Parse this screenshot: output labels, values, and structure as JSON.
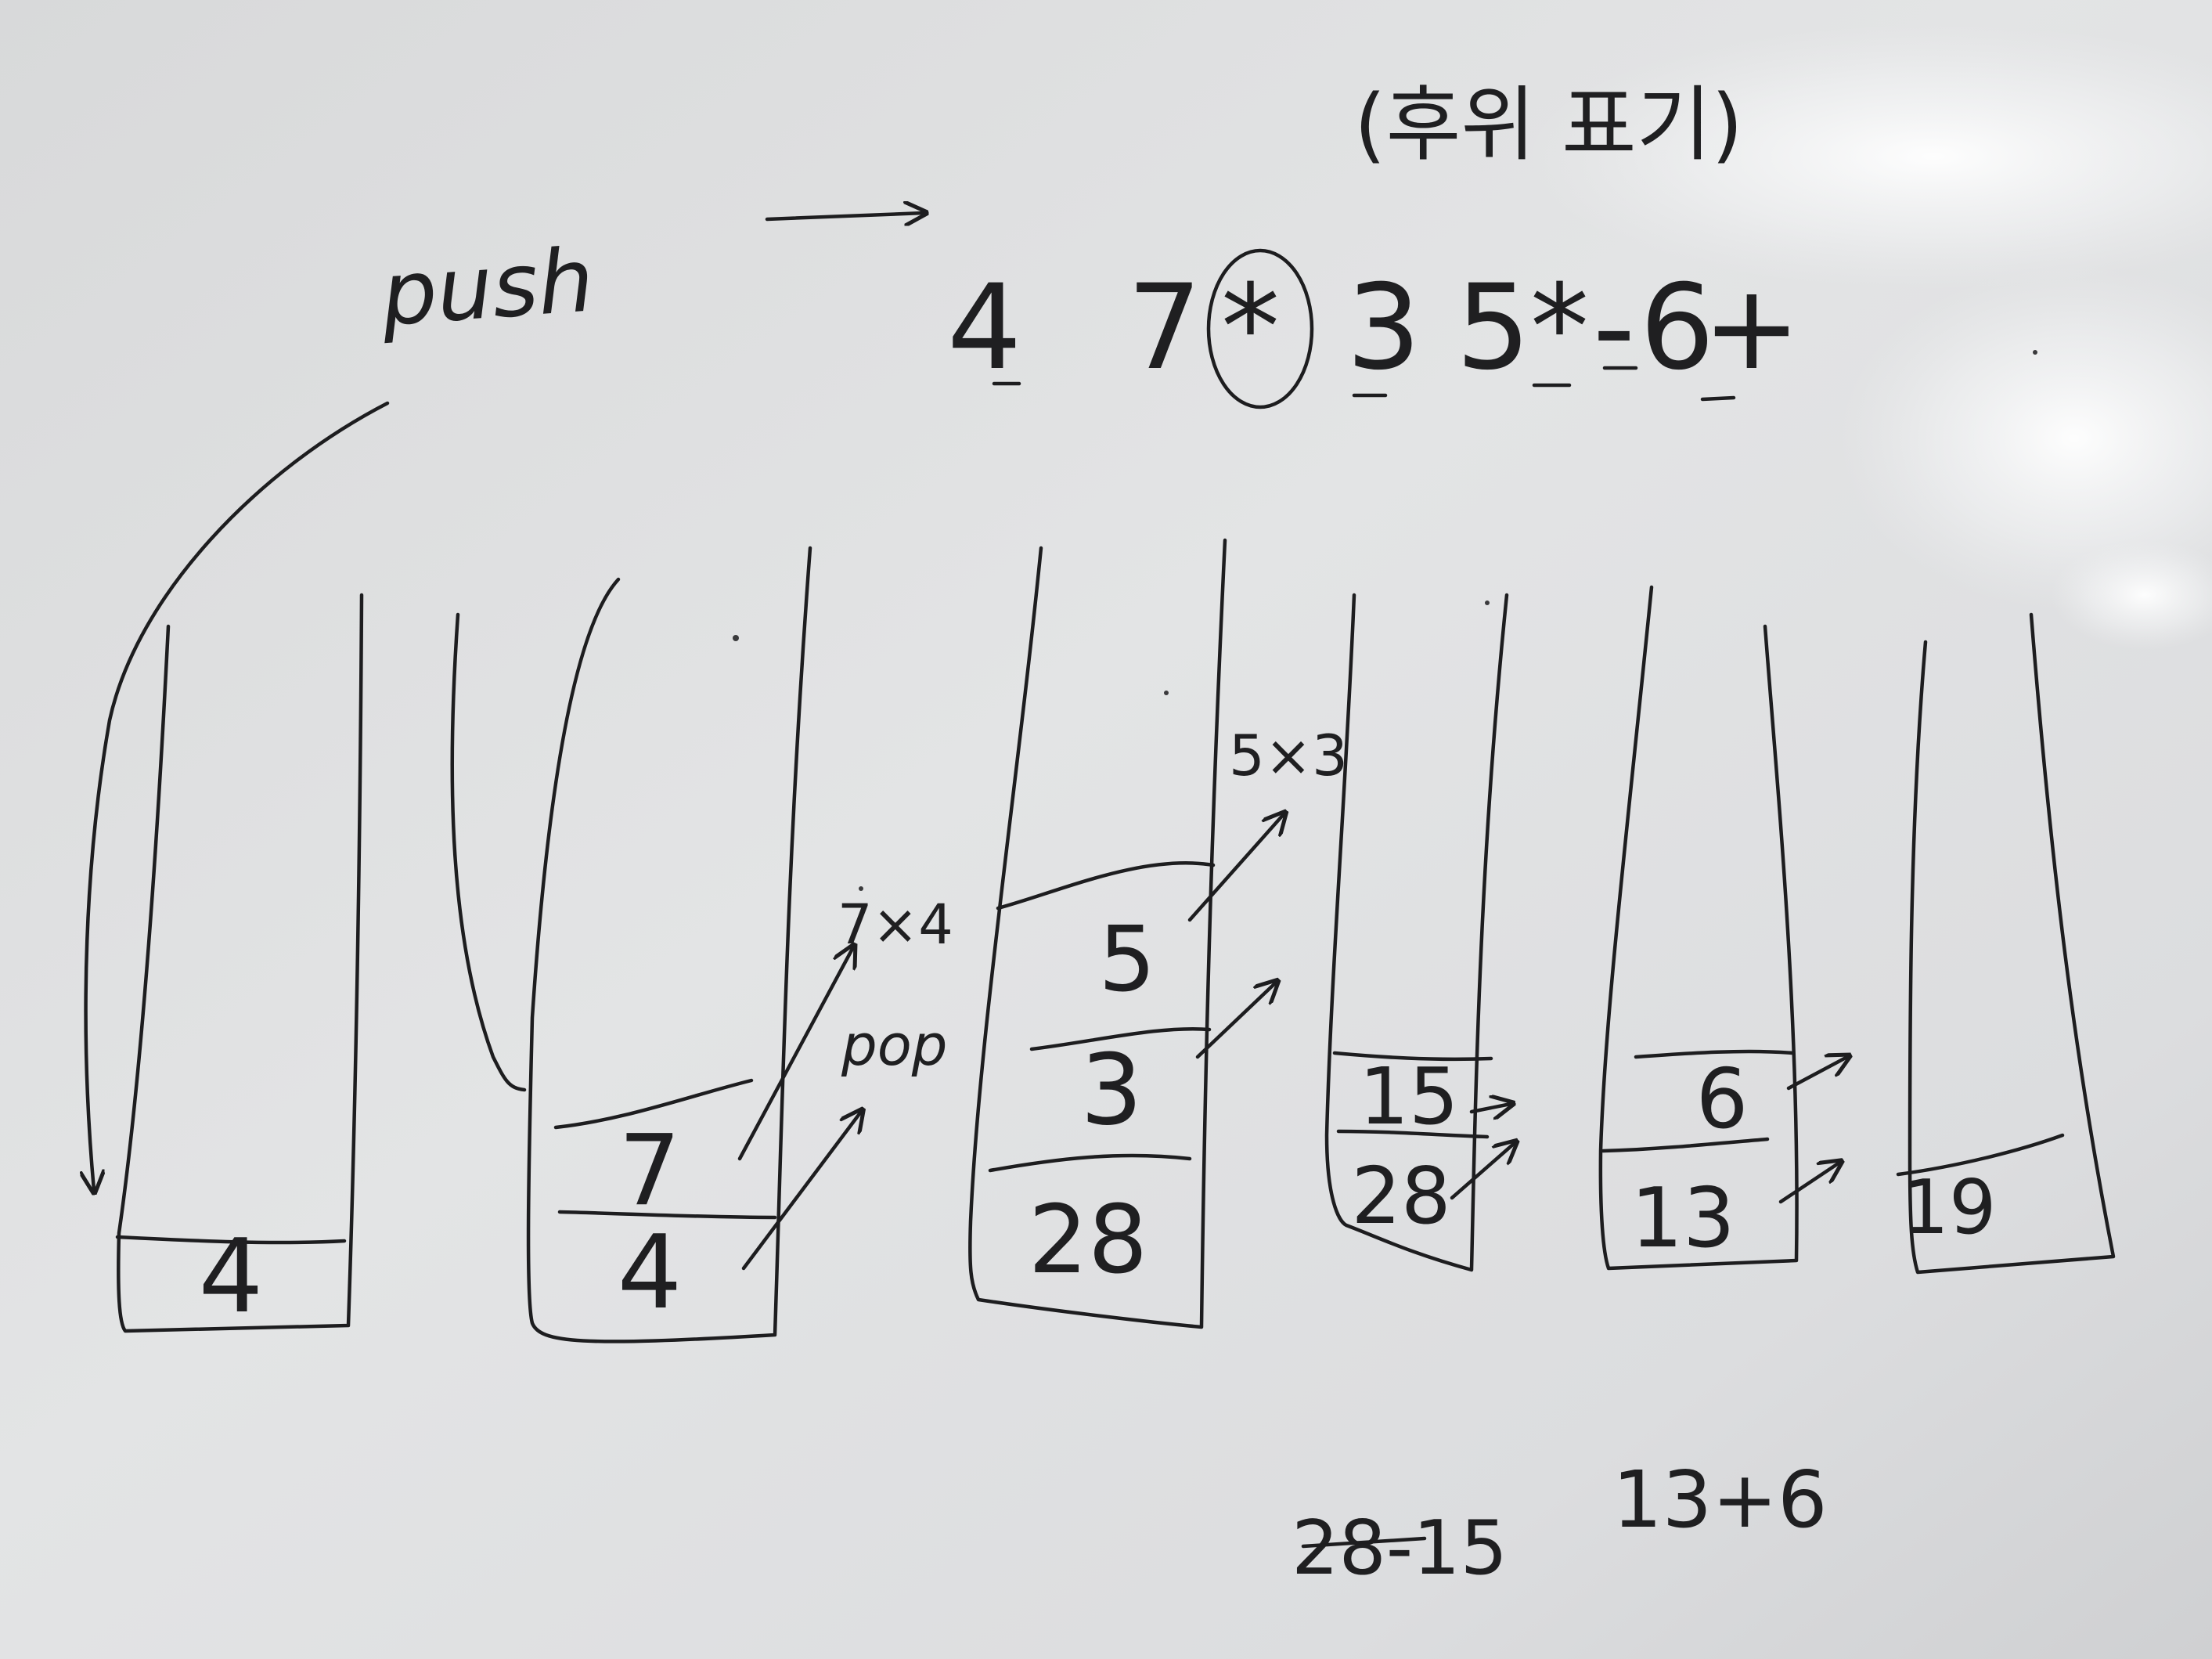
{
  "whiteboard": {
    "heading_note": "(후위 표기)",
    "push_label": "push",
    "expression": {
      "tokens": [
        "4",
        "7",
        "*",
        "3",
        "5",
        "*",
        "-",
        "6",
        "+"
      ]
    },
    "op_notes": {
      "first": "7×4",
      "pop": "pop",
      "second": "5×3"
    },
    "stacks": [
      {
        "values": [
          "4"
        ]
      },
      {
        "values": [
          "7",
          "4"
        ]
      },
      {
        "values": [
          "5",
          "3",
          "28"
        ]
      },
      {
        "values": [
          "15",
          "28"
        ]
      },
      {
        "values": [
          "6",
          "13"
        ]
      },
      {
        "values": [
          "19"
        ]
      }
    ],
    "bottom_notes": {
      "subtraction": "28-15",
      "addition": "13+6"
    }
  }
}
